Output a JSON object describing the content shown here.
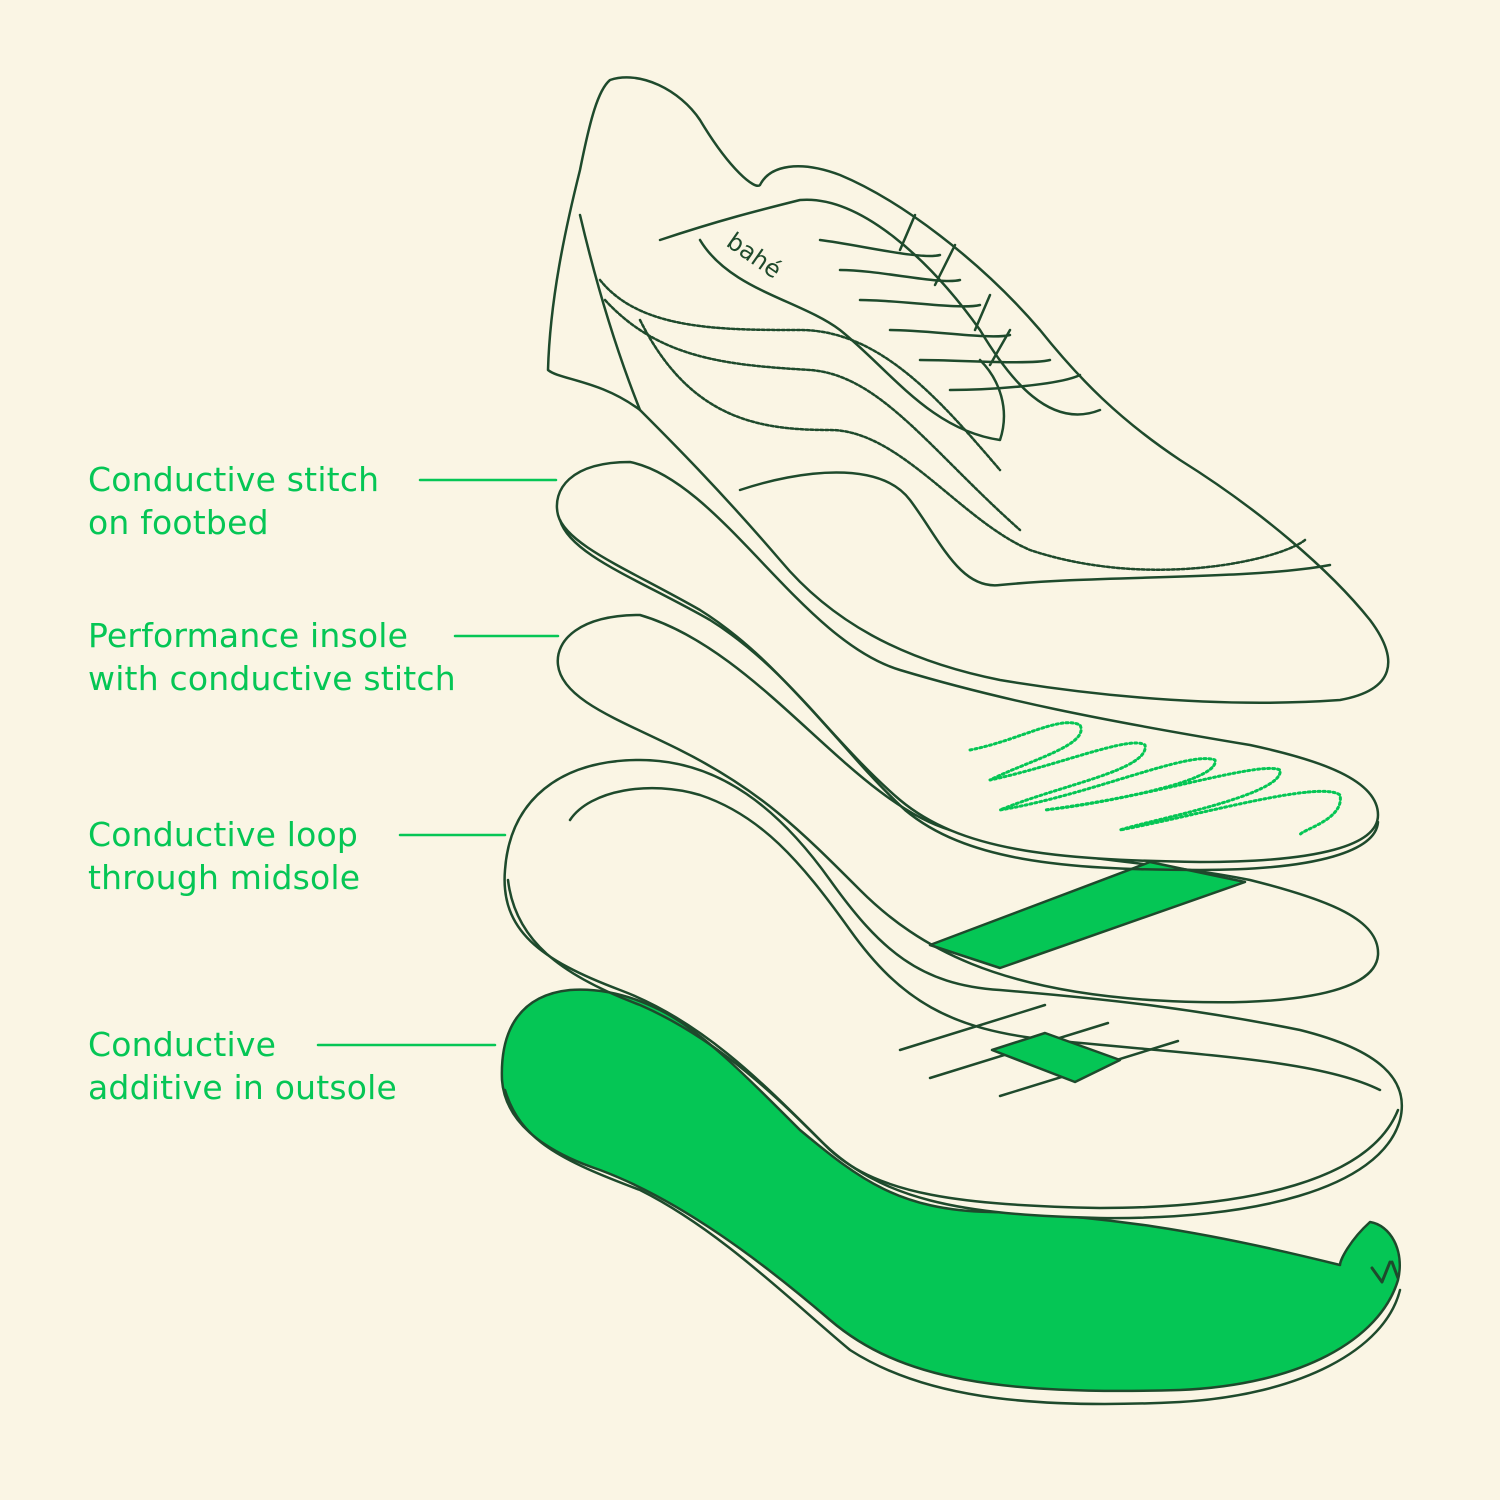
{
  "colors": {
    "background": "#FAF5E4",
    "accent": "#05C655",
    "outline": "#1E4A2C"
  },
  "brand": {
    "logo_text": "bahé"
  },
  "callouts": [
    {
      "line1": "Conductive stitch",
      "line2": "on footbed"
    },
    {
      "line1": "Performance insole",
      "line2": "with conductive stitch"
    },
    {
      "line1": "Conductive loop",
      "line2": "through midsole"
    },
    {
      "line1": "Conductive",
      "line2": "additive in outsole"
    }
  ]
}
